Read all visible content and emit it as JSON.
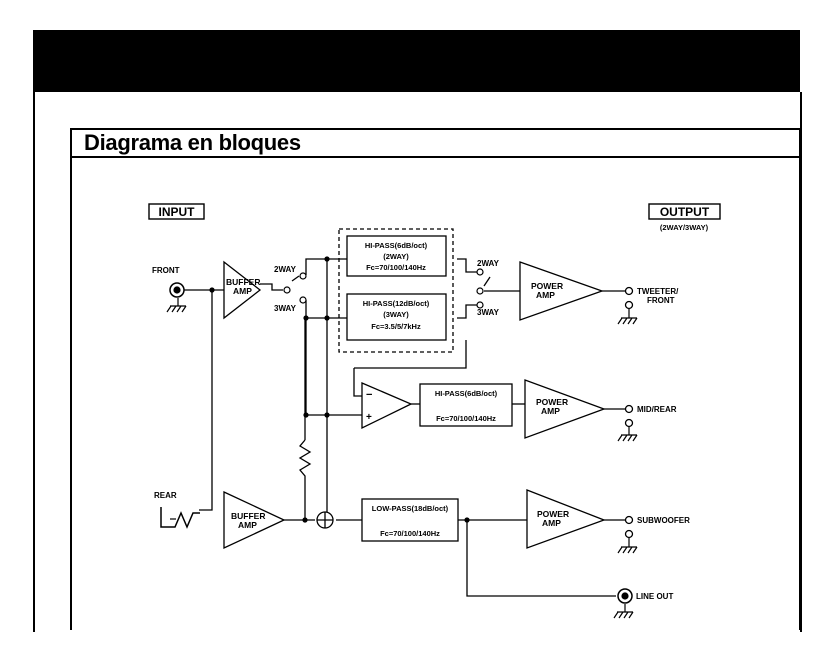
{
  "page": {
    "section_title": "Diagrama en bloques"
  },
  "diagram": {
    "input_label": "INPUT",
    "output_label": "OUTPUT",
    "output_sub": "(2WAY/3WAY)",
    "front_label": "FRONT",
    "rear_label": "REAR",
    "buffer_amp_line1": "BUFFER",
    "buffer_amp_line2": "AMP",
    "switch_2way": "2WAY",
    "switch_3way": "3WAY",
    "hp1_line1": "HI-PASS(6dB/oct)",
    "hp1_line2": "(2WAY)",
    "hp1_line3": "Fc=70/100/140Hz",
    "hp2_line1": "HI-PASS(12dB/oct)",
    "hp2_line2": "(3WAY)",
    "hp2_line3": "Fc=3.5/5/7kHz",
    "hp3_line1": "HI-PASS(6dB/oct)",
    "hp3_line2": "Fc=70/100/140Hz",
    "lp_line1": "LOW-PASS(18dB/oct)",
    "lp_line2": "Fc=70/100/140Hz",
    "power_amp_line1": "POWER",
    "power_amp_line2": "AMP",
    "out_tweeter_line1": "TWEETER/",
    "out_tweeter_line2": "FRONT",
    "out_midrear": "MID/REAR",
    "out_subwoofer": "SUBWOOFER",
    "out_lineout": "LINE OUT",
    "opamp_minus": "−",
    "opamp_plus": "+"
  }
}
